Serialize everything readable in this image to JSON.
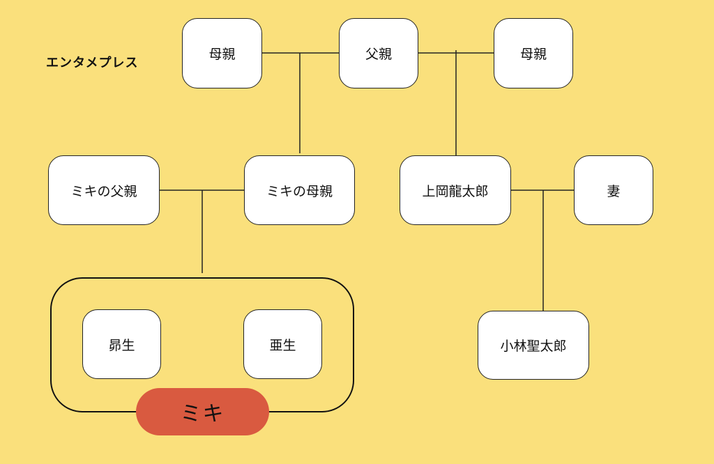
{
  "brand": "エンタメプレス",
  "people": {
    "gp_mother_left": "母親",
    "gp_father": "父親",
    "gp_mother_right": "母親",
    "miki_father": "ミキの父親",
    "miki_mother": "ミキの母親",
    "ueoka": "上岡龍太郎",
    "wife": "妻",
    "subaru": "昴生",
    "ako": "亜生",
    "kobayashi": "小林聖太郎"
  },
  "group_label": "ミキ",
  "colors": {
    "background": "#FAE07C",
    "highlight": "#D95A40",
    "node_fill": "#FFFFFF"
  }
}
